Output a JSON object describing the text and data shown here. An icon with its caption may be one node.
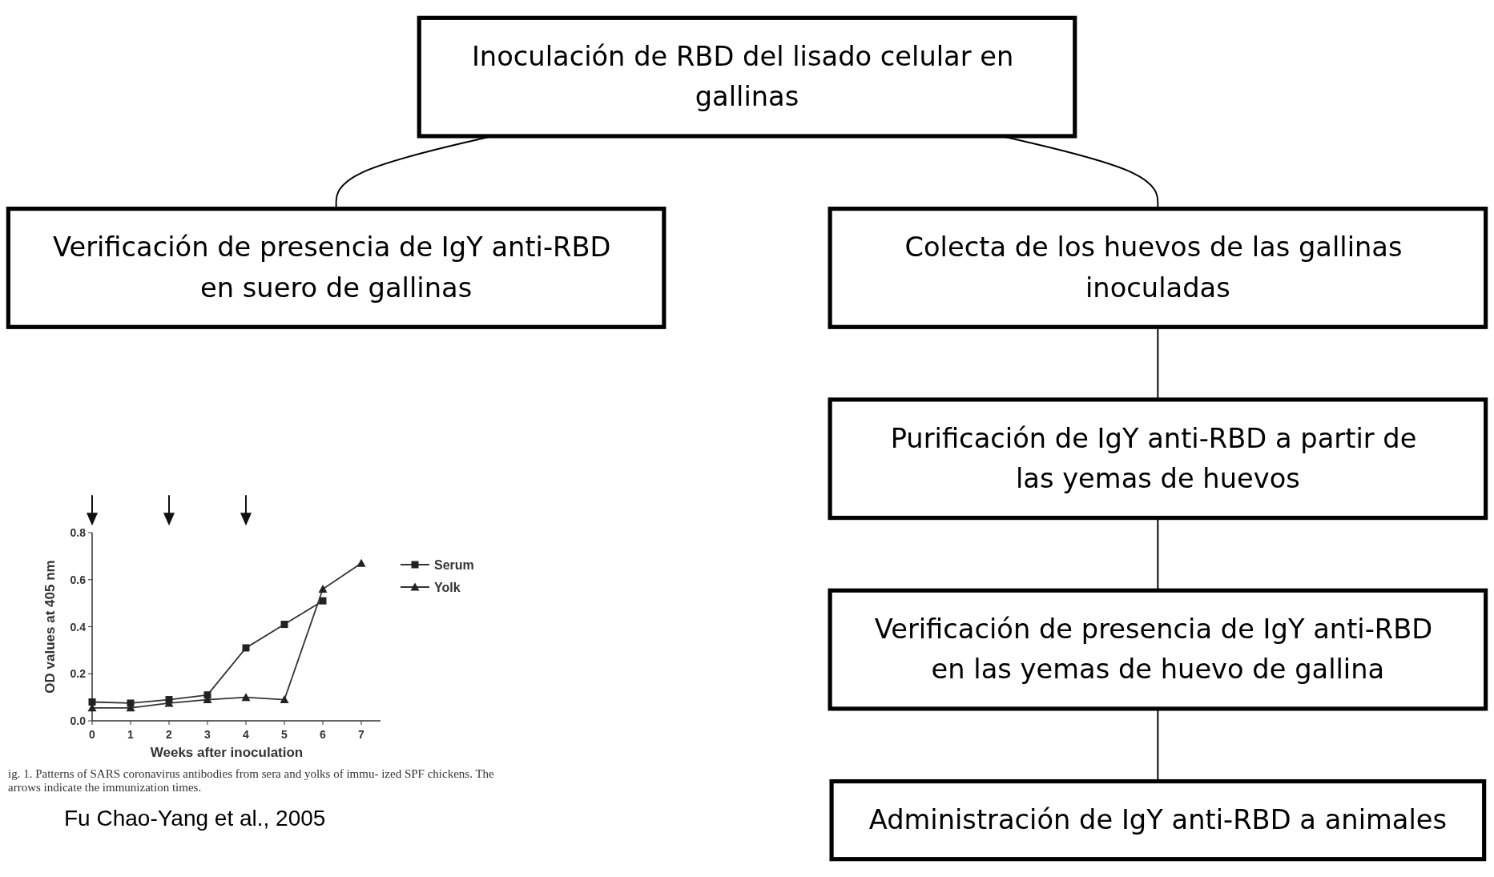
{
  "diagram": {
    "nodes": [
      {
        "text": [
          "Inoculación de RBD del lisado celular en gallinas"
        ]
      },
      {
        "text": [
          "Verificación de presencia de IgY anti-RBD en suero de gallinas"
        ]
      },
      {
        "text": [
          "Colecta de los huevos de las gallinas inoculadas"
        ]
      },
      {
        "text": [
          "Purificación de IgY anti-RBD a partir de las yemas de huevos"
        ]
      },
      {
        "text": [
          "Verificación de presencia de IgY anti-RBD en las yemas de huevo de gallina"
        ]
      },
      {
        "text": [
          "Administración de IgY anti-RBD a animales"
        ]
      }
    ],
    "edges": [
      {
        "from": 0,
        "to": 1,
        "arrow": "none"
      },
      {
        "from": 0,
        "to": 2,
        "arrow": "none"
      },
      {
        "from": 2,
        "to": 3,
        "arrow": "none"
      },
      {
        "from": 3,
        "to": 4,
        "arrow": "none"
      },
      {
        "from": 4,
        "to": 5,
        "arrow": "none"
      }
    ],
    "labels": [
      "ig. 1. Patterns of SARS coronavirus antibodies from sera and yolks of immu- ized SPF chickens. The arrows indicate the immunization times.",
      "Fu Chao-Yang et al., 2005"
    ],
    "chart_data": {
      "type": "line",
      "xlabel": "Weeks after inoculation",
      "ylabel": "OD values at 405 nm",
      "x": [
        0,
        1,
        2,
        3,
        4,
        5,
        6,
        7
      ],
      "series": [
        {
          "name": "Serum",
          "marker": "square",
          "values": [
            0.08,
            0.075,
            0.09,
            0.11,
            0.31,
            0.41,
            0.51,
            null
          ]
        },
        {
          "name": "Yolk",
          "marker": "triangle",
          "values": [
            0.055,
            0.055,
            0.075,
            0.09,
            0.1,
            0.09,
            0.56,
            0.67
          ]
        }
      ],
      "xlim": [
        0,
        7.5
      ],
      "ylim": [
        0,
        0.8
      ],
      "xticks": [
        0,
        1,
        2,
        3,
        4,
        5,
        6,
        7
      ],
      "yticks": [
        {
          "value": 0,
          "label": "0.0"
        },
        {
          "value": 0.2,
          "label": "0.2"
        },
        {
          "value": 0.4,
          "label": "0.4"
        },
        {
          "value": 0.6,
          "label": "0.6"
        },
        {
          "value": 0.8,
          "label": "0.8"
        }
      ],
      "legend": "right"
    }
  }
}
